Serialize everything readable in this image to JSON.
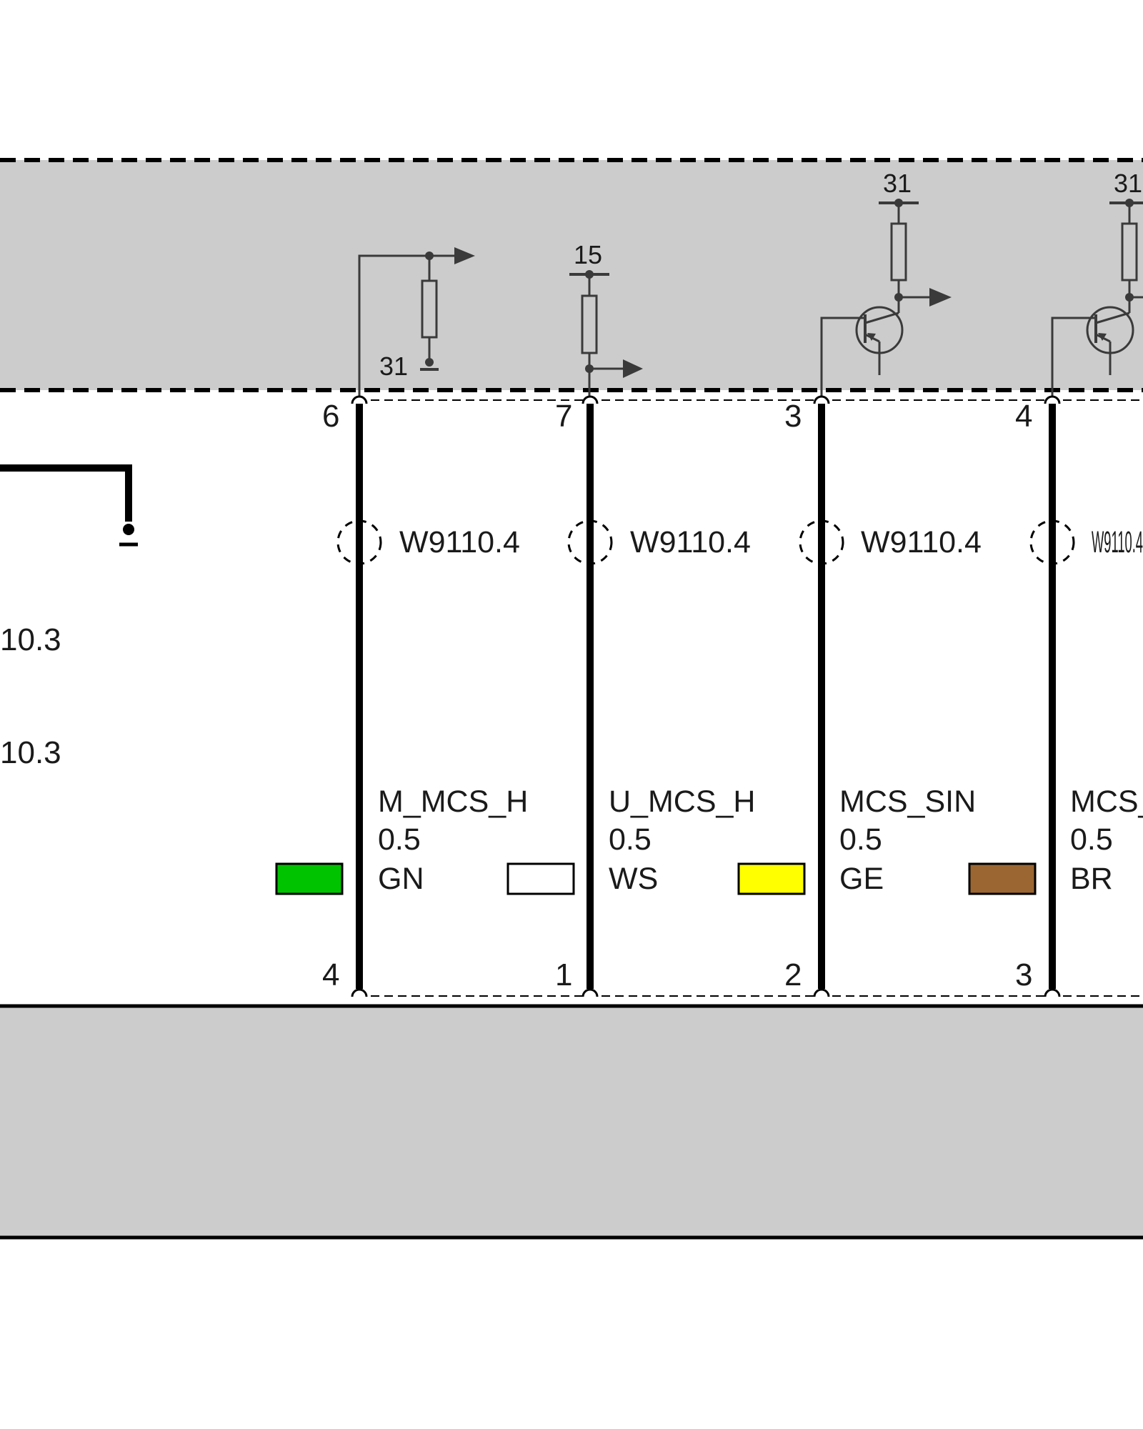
{
  "top_module": {
    "terminals": {
      "t31_left": "31",
      "t15": "15",
      "t31_a": "31",
      "t31_b": "31"
    }
  },
  "left_fragment": {
    "ref_1": "10.3",
    "ref_2": "10.3"
  },
  "wires": [
    {
      "pin_top": "6",
      "pin_bottom": "4",
      "shield_ref": "W9110.4",
      "signal": "M_MCS_H",
      "gauge": "0.5",
      "color_code": "GN",
      "swatch": "#00c300"
    },
    {
      "pin_top": "7",
      "pin_bottom": "1",
      "shield_ref": "W9110.4",
      "signal": "U_MCS_H",
      "gauge": "0.5",
      "color_code": "WS",
      "swatch": "#ffffff"
    },
    {
      "pin_top": "3",
      "pin_bottom": "2",
      "shield_ref": "W9110.4",
      "signal": "MCS_SIN",
      "gauge": "0.5",
      "color_code": "GE",
      "swatch": "#ffff00"
    },
    {
      "pin_top": "4",
      "pin_bottom": "3",
      "shield_ref": "W9110.4",
      "signal": "MCS_",
      "gauge": "0.5",
      "color_code": "BR",
      "swatch": "#9b6631"
    }
  ],
  "colors": {
    "module_fill": "#cccccc",
    "line": "#000000",
    "component": "#3a3a3a"
  }
}
